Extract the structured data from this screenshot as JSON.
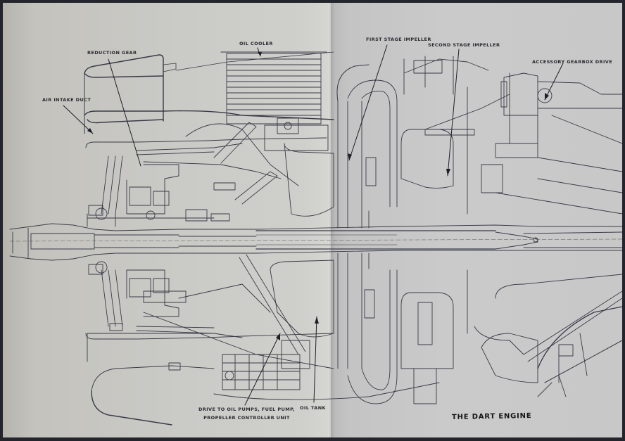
{
  "document": {
    "title": "THE DART ENGINE",
    "type": "cutaway engineering drawing (two-page spread)"
  },
  "labels": {
    "reduction_gear": "REDUCTION GEAR",
    "air_intake_duct": "AIR INTAKE DUCT",
    "oil_cooler": "OIL COOLER",
    "first_stage_impeller": "FIRST STAGE IMPELLER",
    "second_stage_impeller": "SECOND STAGE IMPELLER",
    "accessory_gearbox_drive": "ACCESSORY GEARBOX DRIVE",
    "drive_to_oil_pumps_line1": "DRIVE TO OIL PUMPS, FUEL PUMP,",
    "drive_to_oil_pumps_line2": "PROPELLER CONTROLLER UNIT",
    "oil_tank": "OIL TANK"
  },
  "colors": {
    "ink": "#3a3a48",
    "paper_left": "#cacac6",
    "paper_right": "#c8c8c8",
    "frame": "#24242c"
  }
}
